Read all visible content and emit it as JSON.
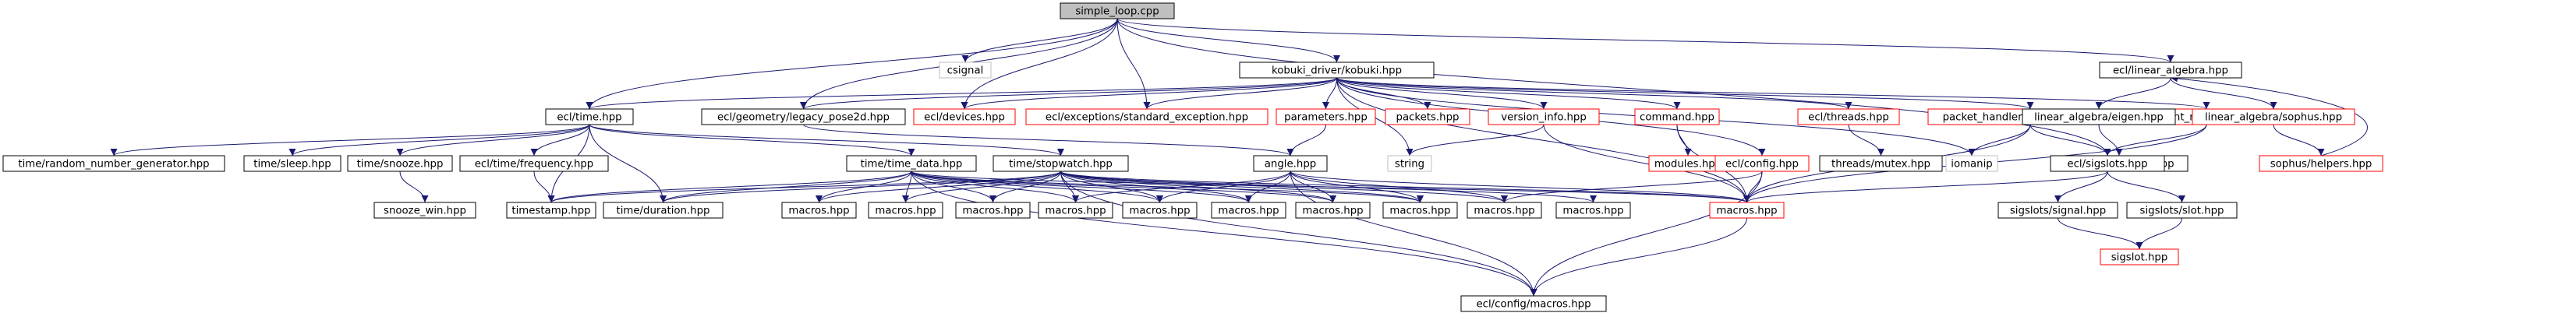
{
  "colors": {
    "edge": "#191970",
    "border_default": "#000000",
    "border_red": "#ff0000",
    "border_gray": "#bfbfbf",
    "fill_root": "#bfbfbf",
    "fill_default": "#ffffff"
  },
  "nodes": [
    {
      "id": "n_simple_loop",
      "label": "simple_loop.cpp",
      "style": "root"
    },
    {
      "id": "n_csignal",
      "label": "csignal",
      "style": "gray"
    },
    {
      "id": "n_kobuki",
      "label": "kobuki_driver/kobuki.hpp",
      "style": "black"
    },
    {
      "id": "n_ecl_linear_algebra",
      "label": "ecl/linear_algebra.hpp",
      "style": "black"
    },
    {
      "id": "n_ecl_time",
      "label": "ecl/time.hpp",
      "style": "black"
    },
    {
      "id": "n_legacy_pose2d",
      "label": "ecl/geometry/legacy_pose2d.hpp",
      "style": "black"
    },
    {
      "id": "n_ecl_devices",
      "label": "ecl/devices.hpp",
      "style": "red"
    },
    {
      "id": "n_std_exception",
      "label": "ecl/exceptions/standard_exception.hpp",
      "style": "red"
    },
    {
      "id": "n_parameters",
      "label": "parameters.hpp",
      "style": "red"
    },
    {
      "id": "n_packets",
      "label": "packets.hpp",
      "style": "red"
    },
    {
      "id": "n_version_info",
      "label": "version_info.hpp",
      "style": "red"
    },
    {
      "id": "n_command",
      "label": "command.hpp",
      "style": "red"
    },
    {
      "id": "n_ecl_threads",
      "label": "ecl/threads.hpp",
      "style": "red"
    },
    {
      "id": "n_packet_finder",
      "label": "packet_handler/packet_finder.hpp",
      "style": "red"
    },
    {
      "id": "n_event_manager",
      "label": "event_manager.hpp",
      "style": "red"
    },
    {
      "id": "n_la_eigen",
      "label": "linear_algebra/eigen.hpp",
      "style": "black"
    },
    {
      "id": "n_la_sophus",
      "label": "linear_algebra/sophus.hpp",
      "style": "red"
    },
    {
      "id": "n_eigen_formatters",
      "label": "eigen/formatters.hpp",
      "style": "black"
    },
    {
      "id": "n_sophus_helpers",
      "label": "sophus/helpers.hpp",
      "style": "red"
    },
    {
      "id": "n_time_rng",
      "label": "time/random_number_generator.hpp",
      "style": "black"
    },
    {
      "id": "n_time_sleep",
      "label": "time/sleep.hpp",
      "style": "black"
    },
    {
      "id": "n_time_snooze",
      "label": "time/snooze.hpp",
      "style": "black"
    },
    {
      "id": "n_ecl_time_frequency",
      "label": "ecl/time/frequency.hpp",
      "style": "black"
    },
    {
      "id": "n_time_time_data",
      "label": "time/time_data.hpp",
      "style": "black"
    },
    {
      "id": "n_time_stopwatch",
      "label": "time/stopwatch.hpp",
      "style": "black"
    },
    {
      "id": "n_angle",
      "label": "angle.hpp",
      "style": "black"
    },
    {
      "id": "n_string",
      "label": "string",
      "style": "gray"
    },
    {
      "id": "n_modules",
      "label": "modules.hpp",
      "style": "red"
    },
    {
      "id": "n_ecl_config",
      "label": "ecl/config.hpp",
      "style": "red"
    },
    {
      "id": "n_threads_mutex",
      "label": "threads/mutex.hpp",
      "style": "black"
    },
    {
      "id": "n_iomanip",
      "label": "iomanip",
      "style": "gray"
    },
    {
      "id": "n_ecl_sigslots",
      "label": "ecl/sigslots.hpp",
      "style": "black"
    },
    {
      "id": "n_snooze_win",
      "label": "snooze_win.hpp",
      "style": "black"
    },
    {
      "id": "n_timestamp",
      "label": "timestamp.hpp",
      "style": "black"
    },
    {
      "id": "n_time_duration",
      "label": "time/duration.hpp",
      "style": "black"
    },
    {
      "id": "n_macros_a",
      "label": "macros.hpp",
      "style": "black"
    },
    {
      "id": "n_macros_b",
      "label": "macros.hpp",
      "style": "black"
    },
    {
      "id": "n_macros_c",
      "label": "macros.hpp",
      "style": "black"
    },
    {
      "id": "n_macros_d",
      "label": "macros.hpp",
      "style": "black"
    },
    {
      "id": "n_macros_e",
      "label": "macros.hpp",
      "style": "black"
    },
    {
      "id": "n_macros_f",
      "label": "macros.hpp",
      "style": "black"
    },
    {
      "id": "n_macros_g",
      "label": "macros.hpp",
      "style": "black"
    },
    {
      "id": "n_macros_h",
      "label": "macros.hpp",
      "style": "black"
    },
    {
      "id": "n_macros_i",
      "label": "macros.hpp",
      "style": "black"
    },
    {
      "id": "n_macros_j",
      "label": "macros.hpp",
      "style": "black"
    },
    {
      "id": "n_macros_red",
      "label": "macros.hpp",
      "style": "red"
    },
    {
      "id": "n_ecl_config_macros",
      "label": "ecl/config/macros.hpp",
      "style": "black"
    },
    {
      "id": "n_sigslots_signal",
      "label": "sigslots/signal.hpp",
      "style": "black"
    },
    {
      "id": "n_sigslots_slot",
      "label": "sigslots/slot.hpp",
      "style": "black"
    },
    {
      "id": "n_sigslot",
      "label": "sigslot.hpp",
      "style": "red"
    }
  ],
  "edges": [
    [
      "n_simple_loop",
      "n_csignal"
    ],
    [
      "n_simple_loop",
      "n_kobuki"
    ],
    [
      "n_simple_loop",
      "n_ecl_linear_algebra"
    ],
    [
      "n_simple_loop",
      "n_ecl_time"
    ],
    [
      "n_simple_loop",
      "n_legacy_pose2d"
    ],
    [
      "n_simple_loop",
      "n_ecl_devices"
    ],
    [
      "n_simple_loop",
      "n_std_exception"
    ],
    [
      "n_simple_loop",
      "n_ecl_sigslots"
    ],
    [
      "n_kobuki",
      "n_ecl_time"
    ],
    [
      "n_kobuki",
      "n_legacy_pose2d"
    ],
    [
      "n_kobuki",
      "n_ecl_devices"
    ],
    [
      "n_kobuki",
      "n_std_exception"
    ],
    [
      "n_kobuki",
      "n_parameters"
    ],
    [
      "n_kobuki",
      "n_packets"
    ],
    [
      "n_kobuki",
      "n_version_info"
    ],
    [
      "n_kobuki",
      "n_command"
    ],
    [
      "n_kobuki",
      "n_ecl_threads"
    ],
    [
      "n_kobuki",
      "n_packet_finder"
    ],
    [
      "n_kobuki",
      "n_event_manager"
    ],
    [
      "n_kobuki",
      "n_string"
    ],
    [
      "n_kobuki",
      "n_iomanip"
    ],
    [
      "n_kobuki",
      "n_ecl_config"
    ],
    [
      "n_kobuki",
      "n_macros_red"
    ],
    [
      "n_ecl_linear_algebra",
      "n_la_eigen"
    ],
    [
      "n_ecl_linear_algebra",
      "n_la_sophus"
    ],
    [
      "n_la_eigen",
      "n_eigen_formatters"
    ],
    [
      "n_la_sophus",
      "n_sophus_helpers"
    ],
    [
      "n_sophus_helpers",
      "n_ecl_linear_algebra"
    ],
    [
      "n_ecl_time",
      "n_time_rng"
    ],
    [
      "n_ecl_time",
      "n_time_sleep"
    ],
    [
      "n_ecl_time",
      "n_time_snooze"
    ],
    [
      "n_ecl_time",
      "n_ecl_time_frequency"
    ],
    [
      "n_ecl_time",
      "n_time_time_data"
    ],
    [
      "n_ecl_time",
      "n_time_stopwatch"
    ],
    [
      "n_ecl_time",
      "n_timestamp"
    ],
    [
      "n_ecl_time",
      "n_time_duration"
    ],
    [
      "n_time_snooze",
      "n_snooze_win"
    ],
    [
      "n_ecl_time_frequency",
      "n_timestamp"
    ],
    [
      "n_legacy_pose2d",
      "n_angle"
    ],
    [
      "n_parameters",
      "n_angle"
    ],
    [
      "n_version_info",
      "n_string"
    ],
    [
      "n_version_info",
      "n_macros_red"
    ],
    [
      "n_command",
      "n_modules"
    ],
    [
      "n_command",
      "n_macros_red"
    ],
    [
      "n_ecl_threads",
      "n_threads_mutex"
    ],
    [
      "n_packet_finder",
      "n_iomanip"
    ],
    [
      "n_packet_finder",
      "n_ecl_sigslots"
    ],
    [
      "n_packet_finder",
      "n_macros_red"
    ],
    [
      "n_event_manager",
      "n_ecl_sigslots"
    ],
    [
      "n_event_manager",
      "n_macros_red"
    ],
    [
      "n_ecl_config",
      "n_macros_i"
    ],
    [
      "n_ecl_config",
      "n_macros_red"
    ],
    [
      "n_ecl_config",
      "n_ecl_config_macros"
    ],
    [
      "n_ecl_sigslots",
      "n_macros_red"
    ],
    [
      "n_ecl_sigslots",
      "n_sigslots_signal"
    ],
    [
      "n_ecl_sigslots",
      "n_sigslots_slot"
    ],
    [
      "n_sigslots_signal",
      "n_sigslot"
    ],
    [
      "n_sigslots_slot",
      "n_sigslot"
    ],
    [
      "n_time_time_data",
      "n_timestamp"
    ],
    [
      "n_time_time_data",
      "n_time_duration"
    ],
    [
      "n_time_time_data",
      "n_macros_a"
    ],
    [
      "n_time_time_data",
      "n_macros_b"
    ],
    [
      "n_time_time_data",
      "n_macros_c"
    ],
    [
      "n_time_time_data",
      "n_macros_d"
    ],
    [
      "n_time_time_data",
      "n_macros_e"
    ],
    [
      "n_time_time_data",
      "n_macros_f"
    ],
    [
      "n_time_time_data",
      "n_macros_g"
    ],
    [
      "n_time_time_data",
      "n_macros_h"
    ],
    [
      "n_time_time_data",
      "n_macros_red"
    ],
    [
      "n_time_time_data",
      "n_ecl_config_macros"
    ],
    [
      "n_time_stopwatch",
      "n_timestamp"
    ],
    [
      "n_time_stopwatch",
      "n_time_duration"
    ],
    [
      "n_time_stopwatch",
      "n_macros_a"
    ],
    [
      "n_time_stopwatch",
      "n_macros_b"
    ],
    [
      "n_time_stopwatch",
      "n_macros_c"
    ],
    [
      "n_time_stopwatch",
      "n_macros_d"
    ],
    [
      "n_time_stopwatch",
      "n_macros_e"
    ],
    [
      "n_time_stopwatch",
      "n_macros_f"
    ],
    [
      "n_time_stopwatch",
      "n_macros_g"
    ],
    [
      "n_time_stopwatch",
      "n_macros_h"
    ],
    [
      "n_time_stopwatch",
      "n_macros_i"
    ],
    [
      "n_time_stopwatch",
      "n_macros_j"
    ],
    [
      "n_time_stopwatch",
      "n_macros_red"
    ],
    [
      "n_time_stopwatch",
      "n_ecl_config_macros"
    ],
    [
      "n_angle",
      "n_macros_d"
    ],
    [
      "n_angle",
      "n_macros_e"
    ],
    [
      "n_angle",
      "n_macros_f"
    ],
    [
      "n_angle",
      "n_macros_g"
    ],
    [
      "n_angle",
      "n_macros_h"
    ],
    [
      "n_angle",
      "n_macros_i"
    ],
    [
      "n_angle",
      "n_macros_red"
    ],
    [
      "n_angle",
      "n_ecl_config_macros"
    ],
    [
      "n_macros_red",
      "n_ecl_config_macros"
    ]
  ]
}
